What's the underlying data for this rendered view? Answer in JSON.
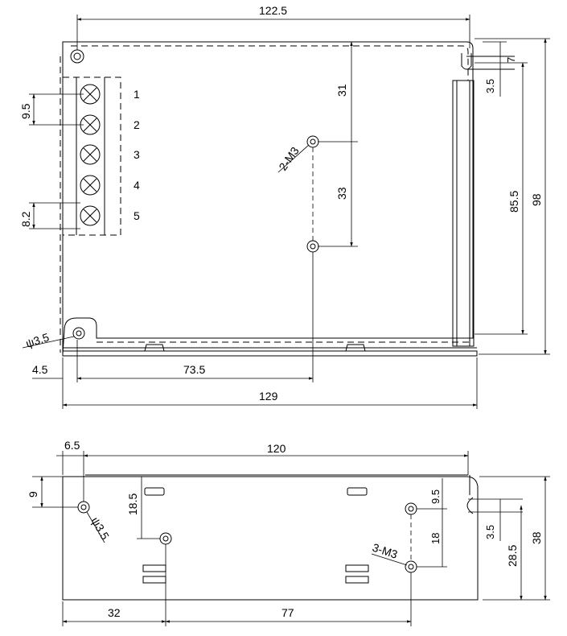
{
  "top_view": {
    "dims": {
      "width_top": "122.5",
      "width_bottom": "129",
      "offset_left": "4.5",
      "mount_x": "73.5",
      "vert_31": "31",
      "vert_33": "33",
      "slot_7": "7",
      "slot_3_5": "3.5",
      "height_85_5": "85.5",
      "height_98": "98",
      "pitch_9_5": "9.5",
      "pitch_8_2": "8.2"
    },
    "labels": {
      "screw_spec": "2-M3",
      "hole_spec": "ψ3.5"
    },
    "terminals": [
      "1",
      "2",
      "3",
      "4",
      "5"
    ]
  },
  "side_view": {
    "dims": {
      "width_120": "120",
      "offset_6_5": "6.5",
      "hole_9": "9",
      "vert_18_5": "18.5",
      "vert_9_5": "9.5",
      "vert_18": "18",
      "slot_3_5": "3.5",
      "height_28_5": "28.5",
      "height_38": "38",
      "bottom_32": "32",
      "bottom_77": "77"
    },
    "labels": {
      "screw_spec": "3-M3",
      "hole_spec": "ψ3.5"
    }
  }
}
